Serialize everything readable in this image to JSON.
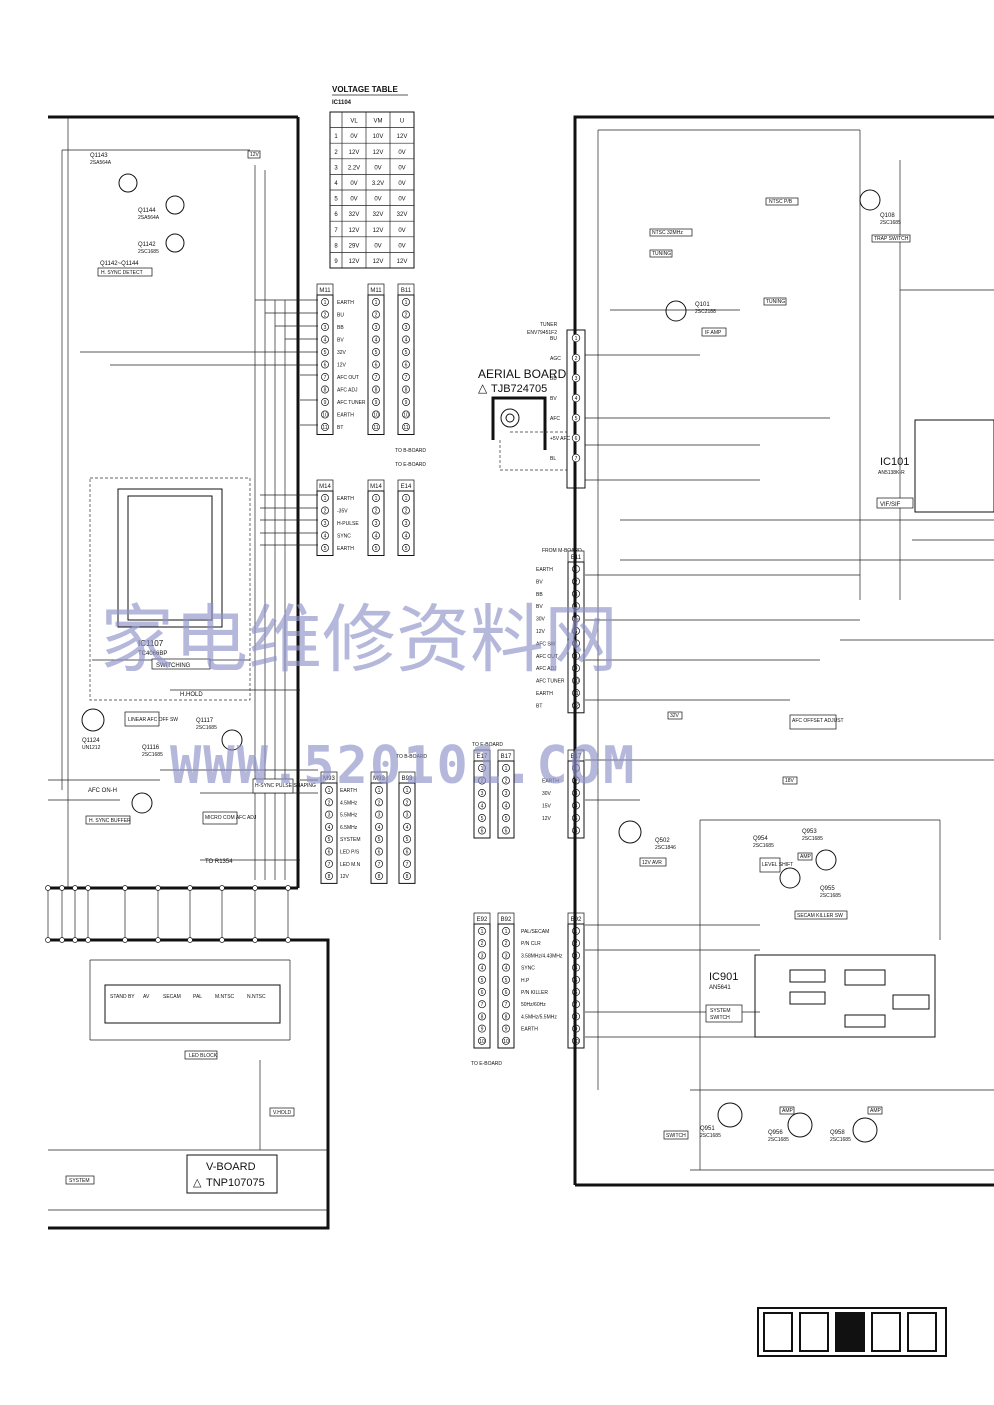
{
  "voltage_table": {
    "title": "VOLTAGE TABLE",
    "ic": "IC1104",
    "headers": [
      "",
      "VL",
      "VM",
      "U"
    ],
    "rows": [
      [
        "1",
        "0V",
        "10V",
        "12V"
      ],
      [
        "2",
        "12V",
        "12V",
        "0V"
      ],
      [
        "3",
        "2.2V",
        "0V",
        "0V"
      ],
      [
        "4",
        "0V",
        "3.2V",
        "0V"
      ],
      [
        "5",
        "0V",
        "0V",
        "0V"
      ],
      [
        "6",
        "32V",
        "32V",
        "32V"
      ],
      [
        "7",
        "12V",
        "12V",
        "0V"
      ],
      [
        "8",
        "29V",
        "0V",
        "0V"
      ],
      [
        "9",
        "12V",
        "12V",
        "12V"
      ]
    ]
  },
  "aerial_board": {
    "title": "AERIAL BOARD",
    "part": "TJB724705"
  },
  "v_board": {
    "title": "V-BOARD",
    "part": "TNP107075"
  },
  "tuner": {
    "label": "TUNER",
    "part": "ENV79451F2",
    "pins": [
      "BU",
      "AGC",
      "BB",
      "BV",
      "AFC",
      "+5V AFC",
      "BL"
    ]
  },
  "connectors": {
    "m11": {
      "label": "M11",
      "signals": [
        "EARTH",
        "BU",
        "BB",
        "BV",
        "32V",
        "12V",
        "AFC OUT",
        "AFC ADJ",
        "AFC TUNER",
        "EARTH",
        "BT"
      ]
    },
    "b11_left": {
      "label": "B11"
    },
    "m14": {
      "label": "M14",
      "signals": [
        "EARTH",
        "-35V",
        "H-PULSE",
        "SYNC",
        "EARTH"
      ]
    },
    "e14": {
      "label": "E14"
    },
    "m93": {
      "label": "M93",
      "signals": [
        "EARTH",
        "4.5MHz",
        "5.5MHz",
        "6.5MHz",
        "SYSTEM",
        "LED P/S",
        "LED M.N",
        "12V"
      ]
    },
    "b93": {
      "label": "B93"
    },
    "e17": {
      "label": "E17"
    },
    "b17": {
      "label": "B17",
      "signals": [
        "EARTH",
        "30V",
        "15V",
        "12V"
      ]
    },
    "b11_right": {
      "label": "B11",
      "from": "FROM M-BOARD",
      "signals": [
        "EARTH",
        "BV",
        "BB",
        "BV",
        "30V",
        "12V",
        "AFC SW",
        "AFC OUT",
        "AFC ADJ",
        "AFC TUNER",
        "EARTH",
        "BT"
      ]
    },
    "b92": {
      "label": "B92",
      "signals": [
        "PAL/SECAM",
        "P/N CLR",
        "3.58MHz/4.43MHz",
        "SYNC",
        "H.P",
        "P/N KILLER",
        "50Hz/60Hz",
        "4.5MHz/5.5MHz",
        "EARTH"
      ]
    },
    "e92": {
      "label": "E92"
    },
    "to_b_board": "TO B-BOARD",
    "to_e_board": "TO E-BOARD"
  },
  "ics": {
    "ic1107": {
      "name": "IC1107",
      "part": "TC4066BP",
      "function": "SWITCHING"
    },
    "ic101": {
      "name": "IC101",
      "part": "AN5138K-R",
      "function": "VIF/SIF"
    },
    "ic901": {
      "name": "IC901",
      "part": "AN5641",
      "function": "SYSTEM SWITCH"
    }
  },
  "transistors": [
    {
      "ref": "Q1143",
      "part": "2SA564A"
    },
    {
      "ref": "Q1144",
      "part": "2SA564A"
    },
    {
      "ref": "Q1142",
      "part": "2SC1685"
    },
    {
      "ref": "Q1124",
      "part": "UN1212"
    },
    {
      "ref": "Q1116",
      "part": "2SC1685"
    },
    {
      "ref": "Q1117",
      "part": "2SC1685"
    },
    {
      "ref": "Q101",
      "part": "2SC2188"
    },
    {
      "ref": "Q108",
      "part": "2SC1685"
    },
    {
      "ref": "Q502",
      "part": "2SC1846"
    },
    {
      "ref": "Q954",
      "part": "2SC1685"
    },
    {
      "ref": "Q953",
      "part": "2SC1685"
    },
    {
      "ref": "Q955",
      "part": "2SC1685"
    },
    {
      "ref": "Q951",
      "part": "2SC1685"
    },
    {
      "ref": "Q956",
      "part": "2SC1685"
    },
    {
      "ref": "Q958",
      "part": "2SC1685"
    }
  ],
  "labels": {
    "h_sync_detect": "H. SYNC DETECT",
    "q_range": "Q1142~Q1144",
    "linear_afc": "LINEAR AFC OFF SW",
    "afc_on_h": "AFC ON-H",
    "h_sync_buffer": "H. SYNC BUFFER",
    "micro_com_afc": "MICRO COM AFC ADJ",
    "h_sync_pulse": "H-SYNC PULSE SHAPING",
    "h_hold": "H.HOLD",
    "v_hold": "V.HOLD",
    "led_block": "LED BLOCK",
    "system_btn": "SYSTEM",
    "ntsc_trap": "NTSC 32MHz",
    "ntsc_pb": "NTSC P/B",
    "trap_switch": "TRAP SWITCH",
    "tuning": "TUNING",
    "tuning2": "TUNING",
    "if_amp": "IF AMP",
    "afc_offset": "AFC OFFSET ADJUST",
    "secam_killer": "SECAM KILLER SW",
    "level_shift": "LEVEL SHIFT",
    "amp": "AMP",
    "switch": "SWITCH",
    "v12_avr": "12V AVR",
    "v12": "12V",
    "v32": "32V",
    "v18": "18V",
    "r1354": "TO R1354"
  },
  "led_names": [
    "STAND BY",
    "AV",
    "SECAM",
    "PAL",
    "M.NTSC",
    "N.NTSC"
  ],
  "page_index": {
    "count": 5,
    "active": 2
  },
  "watermark": {
    "cn": "家电维修资料网",
    "url": "WWW.520101.COM"
  }
}
